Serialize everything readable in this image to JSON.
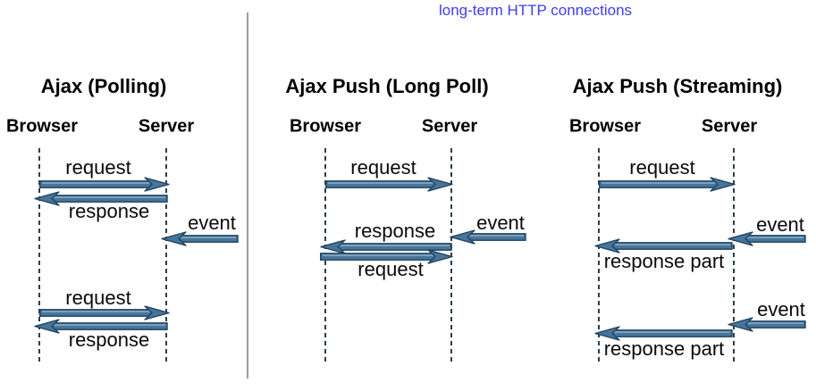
{
  "title": "long-term HTTP connections",
  "colors": {
    "main_title": "#3d3df0",
    "heading_text": "#000000",
    "label_text": "#0a0a0a",
    "arrow_fill": "#47759a",
    "arrow_edge": "#1e4260",
    "arrow_highlight": "#9cbbd0",
    "lifeline": "#2e3d4a",
    "divider": "#9b9b9b",
    "background": "#ffffff"
  },
  "columns": [
    {
      "id": "ajax-polling",
      "title": "Ajax (Polling)",
      "actors": {
        "left": "Browser",
        "right": "Server"
      },
      "messages": [
        {
          "label": "request",
          "direction": "browser-to-server"
        },
        {
          "label": "response",
          "direction": "server-to-browser"
        },
        {
          "label": "event",
          "direction": "external-into-server"
        },
        {
          "label": "request",
          "direction": "browser-to-server"
        },
        {
          "label": "response",
          "direction": "server-to-browser"
        }
      ]
    },
    {
      "id": "ajax-push-long-poll",
      "title": "Ajax Push (Long Poll)",
      "actors": {
        "left": "Browser",
        "right": "Server"
      },
      "messages": [
        {
          "label": "request",
          "direction": "browser-to-server"
        },
        {
          "label": "event",
          "direction": "external-into-server"
        },
        {
          "label": "response",
          "direction": "server-to-browser"
        },
        {
          "label": "request",
          "direction": "browser-to-server"
        }
      ]
    },
    {
      "id": "ajax-push-streaming",
      "title": "Ajax Push (Streaming)",
      "actors": {
        "left": "Browser",
        "right": "Server"
      },
      "messages": [
        {
          "label": "request",
          "direction": "browser-to-server"
        },
        {
          "label": "event",
          "direction": "external-into-server"
        },
        {
          "label": "response part",
          "direction": "server-to-browser"
        },
        {
          "label": "event",
          "direction": "external-into-server"
        },
        {
          "label": "response part",
          "direction": "server-to-browser"
        }
      ]
    }
  ]
}
